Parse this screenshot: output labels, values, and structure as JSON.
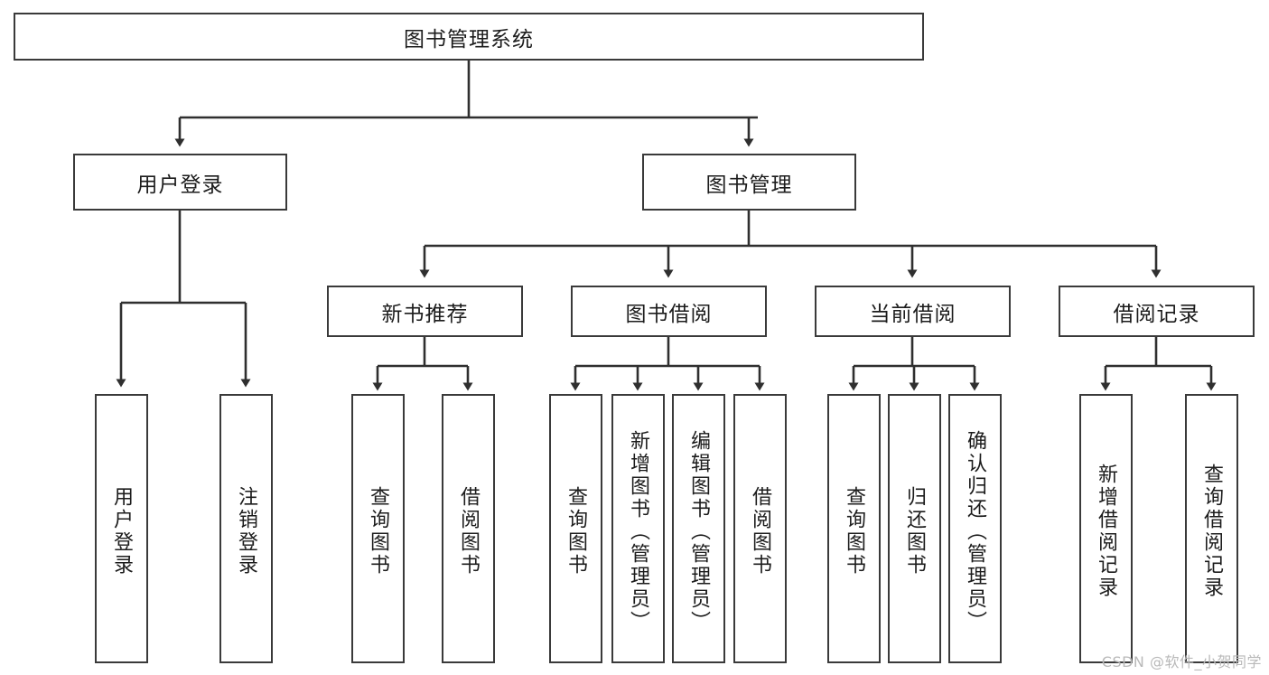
{
  "diagram": {
    "type": "tree-hierarchy",
    "title": "图书管理系统",
    "orientation": "top-down",
    "root": {
      "id": "root",
      "label": "图书管理系统",
      "children": [
        {
          "id": "user-login",
          "label": "用户登录",
          "children": [
            {
              "id": "user-login-do",
              "label": "用户登录"
            },
            {
              "id": "user-logout",
              "label": "注销登录"
            }
          ]
        },
        {
          "id": "book-management",
          "label": "图书管理",
          "children": [
            {
              "id": "new-book-recommend",
              "label": "新书推荐",
              "children": [
                {
                  "id": "query-book-1",
                  "label": "查询图书"
                },
                {
                  "id": "borrow-book-1",
                  "label": "借阅图书"
                }
              ]
            },
            {
              "id": "book-borrow",
              "label": "图书借阅",
              "children": [
                {
                  "id": "query-book-2",
                  "label": "查询图书"
                },
                {
                  "id": "add-book",
                  "label": "新增图书（管理员）"
                },
                {
                  "id": "edit-book",
                  "label": "编辑图书（管理员）"
                },
                {
                  "id": "borrow-book-2",
                  "label": "借阅图书"
                }
              ]
            },
            {
              "id": "current-borrow",
              "label": "当前借阅",
              "children": [
                {
                  "id": "query-book-3",
                  "label": "查询图书"
                },
                {
                  "id": "return-book",
                  "label": "归还图书"
                },
                {
                  "id": "confirm-return",
                  "label": "确认归还（管理员）"
                }
              ]
            },
            {
              "id": "borrow-record",
              "label": "借阅记录",
              "children": [
                {
                  "id": "add-borrow-record",
                  "label": "新增借阅记录"
                },
                {
                  "id": "query-borrow-record",
                  "label": "查询借阅记录"
                }
              ]
            }
          ]
        }
      ]
    }
  },
  "watermark": {
    "text": "CSDN @软件_小贺同学"
  },
  "colors": {
    "box_border": "#3a3a3a",
    "box_fill": "#ffffff",
    "connector": "#2f2f2f",
    "text": "#1c1c1c",
    "watermark": "#b9b9b9"
  }
}
